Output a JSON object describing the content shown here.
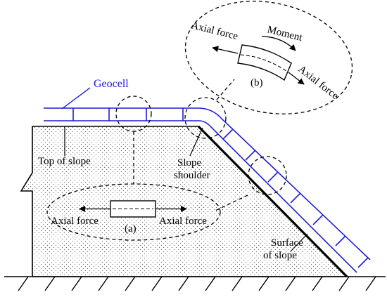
{
  "labels": {
    "geocell": "Geocell",
    "top_of_slope": "Top of slope",
    "slope_shoulder_line1": "Slope",
    "slope_shoulder_line2": "shoulder",
    "surface_line1": "Surface",
    "surface_line2": "of slope",
    "inset_a": {
      "tag": "(a)",
      "left_force": "Axial force",
      "right_force": "Axial force"
    },
    "inset_b": {
      "tag": "(b)",
      "left_force": "Axial force",
      "moment": "Moment",
      "right_force": "Axial force"
    }
  },
  "colors": {
    "geocell": "#1c1cd6",
    "outline": "#000000",
    "soil_dots": "#6f6f6f"
  }
}
